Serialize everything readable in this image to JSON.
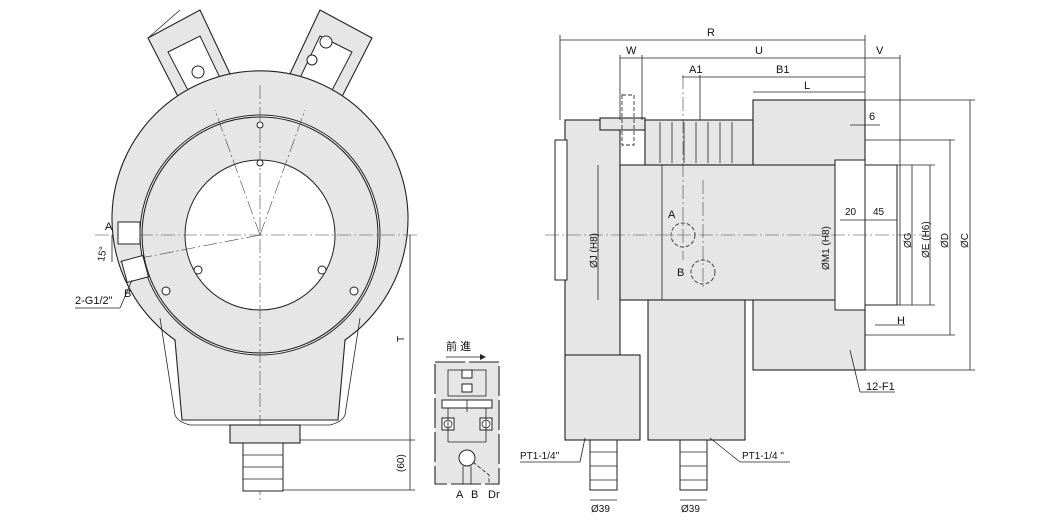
{
  "left_view": {
    "port_a": "A",
    "port_b": "B",
    "angle": "15°",
    "thread": "2-G1/2\"",
    "dim_t": "T",
    "dim_60": "(60)"
  },
  "circuit": {
    "title": "前 進",
    "ports": [
      "A",
      "B",
      "Dr"
    ]
  },
  "right_view": {
    "dims": {
      "R": "R",
      "W": "W",
      "U": "U",
      "V": "V",
      "A1": "A1",
      "B1": "B1",
      "L": "L",
      "six": "6",
      "twenty": "20",
      "fortyfive": "45",
      "H": "H",
      "F1": "12-F1"
    },
    "diameters": {
      "J": "ØJ (H8)",
      "M1": "ØM1 (H8)",
      "G": "ØG",
      "E": "ØE (H6)",
      "D": "ØD",
      "C": "ØC"
    },
    "port_a": "A",
    "port_b": "B",
    "pt_left": "PT1-1/4\"",
    "pt_right": "PT1-1/4 \"",
    "hose_left": "Ø39",
    "hose_right": "Ø39"
  }
}
